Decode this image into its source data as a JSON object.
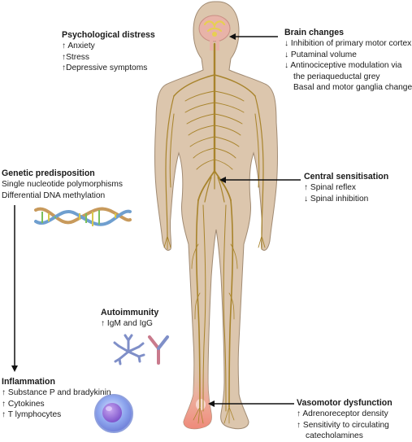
{
  "palette": {
    "skin": "#dcc6ad",
    "skin_outline": "#a08a72",
    "nerve": "#a8842c",
    "brain": "#e8b3a8",
    "inflamed": "#f08f80",
    "arrow": "#111111"
  },
  "labels": {
    "psychological": {
      "title": "Psychological distress",
      "lines": [
        "↑ Anxiety",
        "↑Stress",
        "↑Depressive symptoms"
      ]
    },
    "brain": {
      "title": "Brain changes",
      "lines": [
        "↓ Inhibition of primary motor cortex",
        "↓ Putaminal volume",
        "↓ Antinociceptive modulation via",
        "the periaqueductal grey",
        "Basal and motor ganglia changes"
      ]
    },
    "genetic": {
      "title": "Genetic predisposition",
      "lines": [
        "Single nucleotide polymorphisms",
        "Differential DNA methylation"
      ]
    },
    "central": {
      "title": "Central sensitisation",
      "lines": [
        "↑ Spinal reflex",
        "↓ Spinal inhibition"
      ]
    },
    "autoimmunity": {
      "title": "Autoimmunity",
      "lines": [
        "↑ IgM and IgG"
      ]
    },
    "inflammation": {
      "title": "Inflammation",
      "lines": [
        "↑ Substance P and bradykinin",
        "↑ Cytokines",
        "↑ T lymphocytes"
      ]
    },
    "vasomotor": {
      "title": "Vasomotor dysfunction",
      "lines": [
        "↑ Adrenoreceptor density",
        "↑ Sensitivity to circulating",
        "catecholamines"
      ]
    }
  }
}
